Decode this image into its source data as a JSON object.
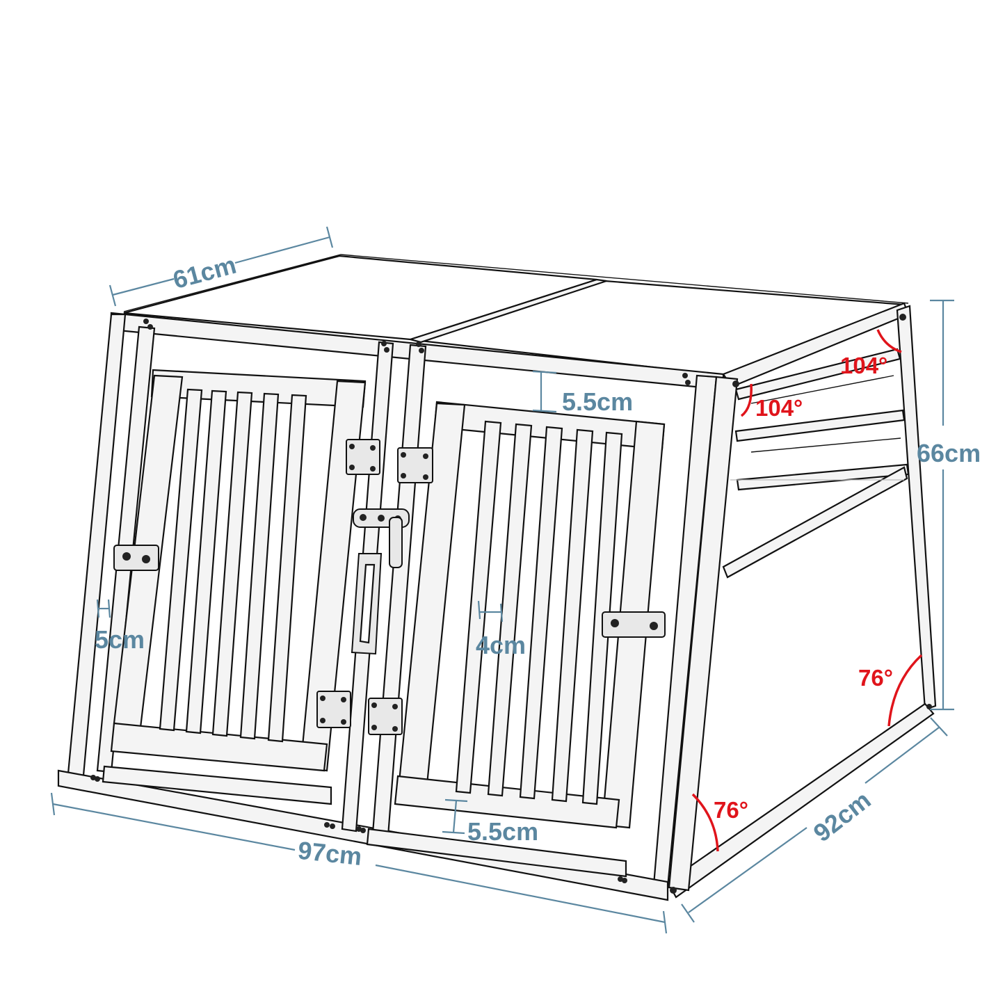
{
  "title": "Double door dog transport crate – dimension diagram",
  "colors": {
    "dimension": "#5b87a0",
    "angle": "#e0141b",
    "outline": "#111111",
    "background": "#ffffff"
  },
  "dimensions": {
    "depth_top": "61cm",
    "height": "66cm",
    "width": "97cm",
    "depth_bottom": "92cm",
    "door_top_rail": "5.5cm",
    "door_bottom_rail": "5.5cm",
    "bar_spacing_left": "5cm",
    "bar_spacing_right": "4cm"
  },
  "angles": {
    "rear_top_outer": "104°",
    "rear_top_inner": "104°",
    "rear_bottom": "76°",
    "front_bottom": "76°"
  },
  "components": {
    "roof_panels": 2,
    "doors": 2,
    "bars_per_door": 5,
    "hinges_per_door": 2,
    "latches": [
      "left-door-latch",
      "right-door-latch",
      "center-handle"
    ]
  }
}
